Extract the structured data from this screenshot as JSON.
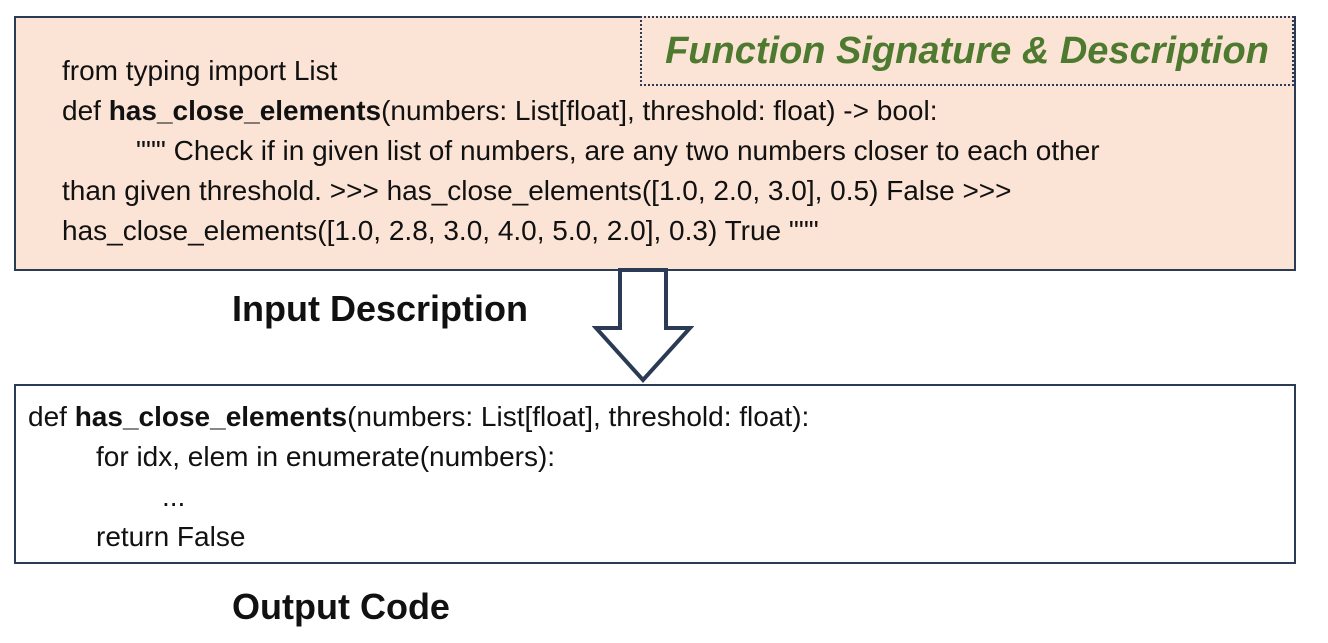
{
  "input_panel": {
    "tag": "Function Signature & Description",
    "line1": "from typing import List",
    "line2_pre": "def ",
    "line2_fn": "has_close_elements",
    "line2_post": "(numbers: List[float], threshold: float) -> bool:",
    "line3": "\"\"\" Check if in given list of numbers, are any two numbers closer to each other",
    "line4": "than given threshold. >>> has_close_elements([1.0, 2.0, 3.0], 0.5) False >>>",
    "line5": "has_close_elements([1.0, 2.8, 3.0, 4.0, 5.0, 2.0], 0.3) True \"\"\""
  },
  "arrow_label": "Input Description",
  "output_panel": {
    "line1_pre": "def ",
    "line1_fn": "has_close_elements",
    "line1_post": "(numbers: List[float], threshold: float):",
    "line2": "for idx, elem in enumerate(numbers):",
    "line3": "...",
    "line4": "return False"
  },
  "output_label": "Output Code",
  "colors": {
    "input_fill": "#fbe4d6",
    "border": "#2b3a55",
    "tag_text": "#4d7a2e"
  }
}
